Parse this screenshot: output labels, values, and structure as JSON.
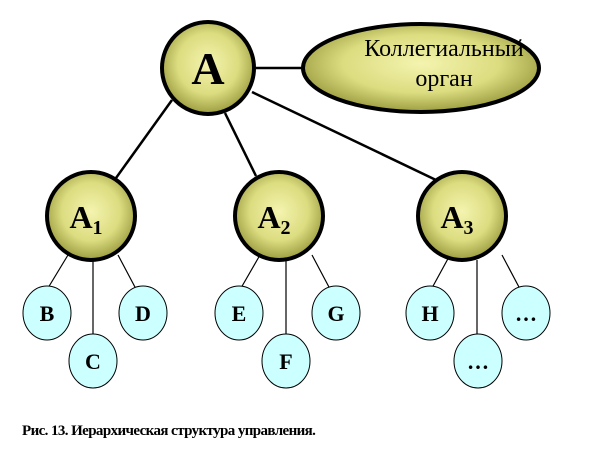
{
  "root": {
    "label": "A"
  },
  "collegial": {
    "line1": "Коллегиальный",
    "line2": "орган"
  },
  "managers": [
    {
      "label": "A",
      "sub": "1",
      "children": [
        "B",
        "C",
        "D"
      ]
    },
    {
      "label": "A",
      "sub": "2",
      "children": [
        "E",
        "F",
        "G"
      ]
    },
    {
      "label": "A",
      "sub": "3",
      "children": [
        "H",
        "…",
        "…"
      ]
    }
  ],
  "caption": "Рис. 13. Иерархическая структура управления.",
  "colors": {
    "node_fill_light": "#f4f4b0",
    "node_fill_dark": "#9c9c40",
    "leaf_fill": "#ccffff"
  }
}
